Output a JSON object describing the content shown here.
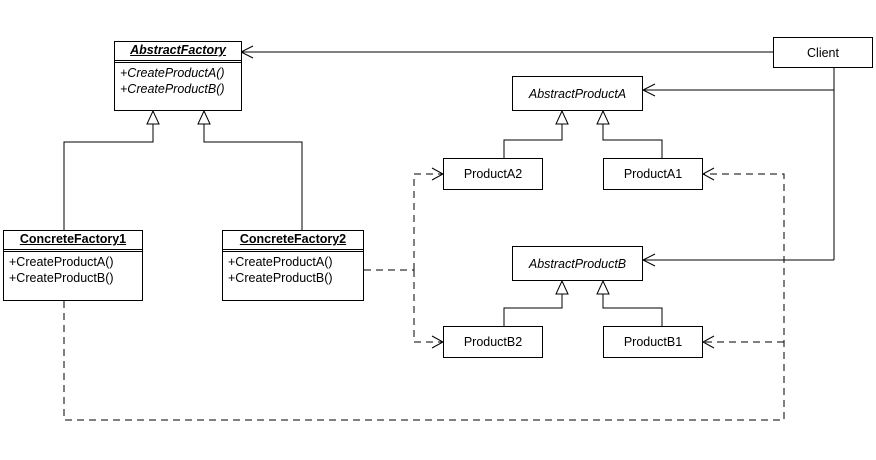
{
  "abstract_factory": {
    "name": "AbstractFactory",
    "ops": [
      "+CreateProductA()",
      "+CreateProductB()"
    ]
  },
  "concrete_factory_1": {
    "name": "ConcreteFactory1",
    "ops": [
      "+CreateProductA()",
      "+CreateProductB()"
    ]
  },
  "concrete_factory_2": {
    "name": "ConcreteFactory2",
    "ops": [
      "+CreateProductA()",
      "+CreateProductB()"
    ]
  },
  "client": {
    "name": "Client"
  },
  "abstract_product_a": {
    "name": "AbstractProductA"
  },
  "abstract_product_b": {
    "name": "AbstractProductB"
  },
  "product_a1": {
    "name": "ProductA1"
  },
  "product_a2": {
    "name": "ProductA2"
  },
  "product_b1": {
    "name": "ProductB1"
  },
  "product_b2": {
    "name": "ProductB2"
  },
  "colors": {
    "line": "#000000",
    "background": "#ffffff"
  }
}
